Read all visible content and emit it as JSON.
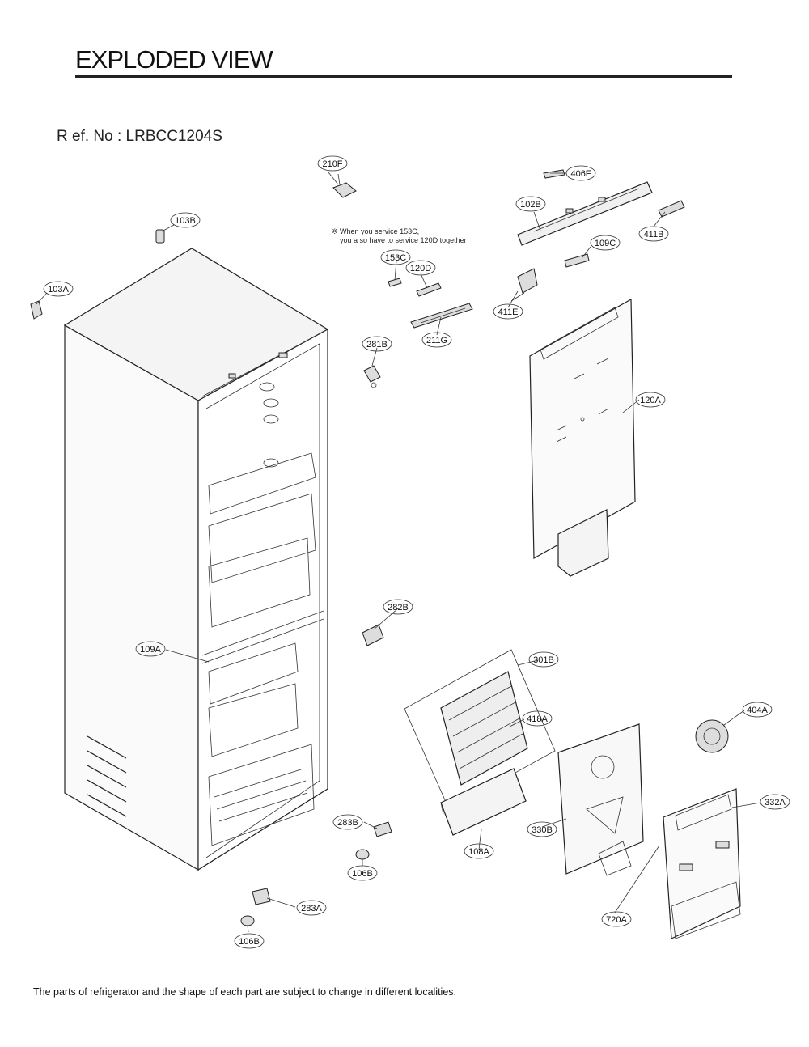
{
  "header": {
    "title": "EXPLODED VIEW",
    "ref_no": "R ef.  No : LRBCC1204S"
  },
  "note": {
    "line1": "※ When you service 153C,",
    "line2": "you a so have to service 120D together"
  },
  "footer": {
    "text": "The parts of refrigerator and the shape of each part are subject to change in different localities."
  },
  "labels": {
    "l210F": "210F",
    "l406F": "406F",
    "l102B": "102B",
    "l411B": "411B",
    "l103B": "103B",
    "l103A": "103A",
    "l153C": "153C",
    "l120D": "120D",
    "l109C": "109C",
    "l411E": "411E",
    "l211G": "211G",
    "l281B": "281B",
    "l120A": "120A",
    "l282B": "282B",
    "l109A": "109A",
    "l301B": "301B",
    "l418A": "418A",
    "l404A": "404A",
    "l332A": "332A",
    "l283B": "283B",
    "l330B": "330B",
    "l108A": "108A",
    "l106B_a": "106B",
    "l720A": "720A",
    "l283A": "283A",
    "l106B_b": "106B"
  }
}
